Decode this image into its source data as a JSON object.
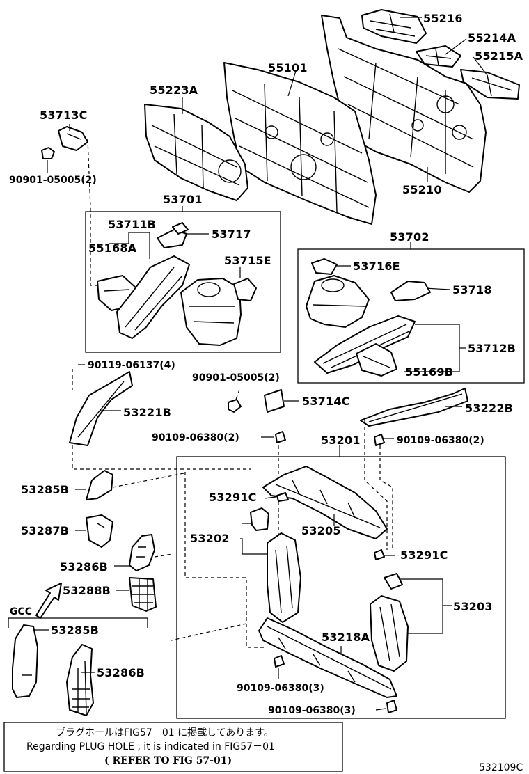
{
  "diagram_code": "532109C",
  "labels": {
    "p55216": "55216",
    "p55214A": "55214A",
    "p55215A": "55215A",
    "p55101": "55101",
    "p55223A": "55223A",
    "p53713C": "53713C",
    "bolt_90901_05005_a": "90901-05005(2)",
    "p55210": "55210",
    "p53701": "53701",
    "p53711B": "53711B",
    "p53717": "53717",
    "p55168A": "55168A",
    "p53715E": "53715E",
    "p53702": "53702",
    "p53716E": "53716E",
    "p53718": "53718",
    "p53712B": "53712B",
    "p55169B": "55169B",
    "bolt_90119_06137": "90119-06137(4)",
    "bolt_90901_05005_b": "90901-05005(2)",
    "p53714C": "53714C",
    "p53221B": "53221B",
    "p53222B": "53222B",
    "bolt_90109_06380_a": "90109-06380(2)",
    "p53201": "53201",
    "bolt_90109_06380_b": "90109-06380(2)",
    "p53285B_a": "53285B",
    "p53291C_a": "53291C",
    "p53287B": "53287B",
    "p53202": "53202",
    "p53205": "53205",
    "p53291C_b": "53291C",
    "p53286B_a": "53286B",
    "p53288B": "53288B",
    "p53203": "53203",
    "gcc": "GCC",
    "p53285B_b": "53285B",
    "p53218A": "53218A",
    "p53286B_b": "53286B",
    "bolt_90109_06380_c": "90109-06380(3)",
    "bolt_90109_06380_d": "90109-06380(3)"
  },
  "note": {
    "line1": "プラグホールはFIG57－01 に掲載してあります。",
    "line2": "Regarding  PLUG HOLE , it is indicated  in  FIG57－01",
    "line3": "(  REFER  TO  FIG  57-01)"
  }
}
